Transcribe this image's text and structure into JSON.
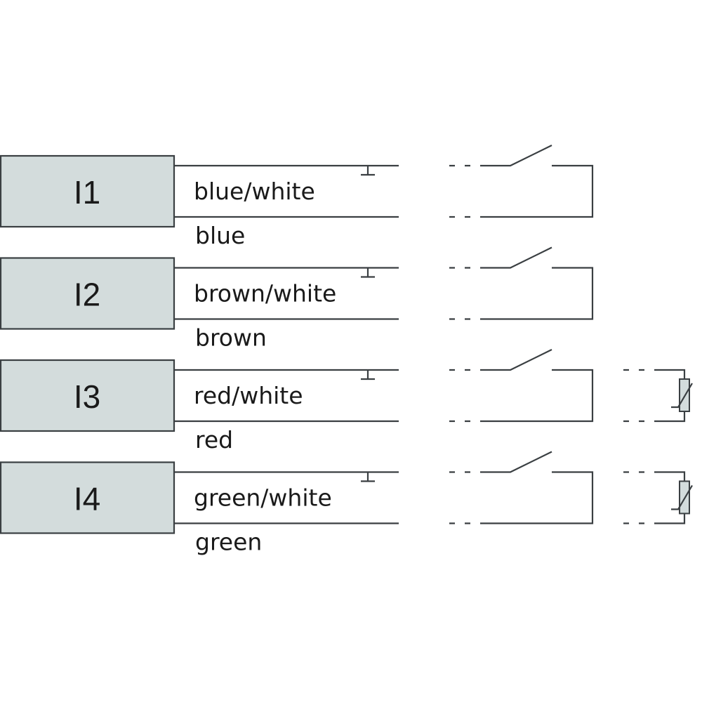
{
  "channels": [
    {
      "id": "I1",
      "wire_top": "blue/white",
      "wire_bottom": "blue",
      "has_pt100": false
    },
    {
      "id": "I2",
      "wire_top": "brown/white",
      "wire_bottom": "brown",
      "has_pt100": false
    },
    {
      "id": "I3",
      "wire_top": "red/white",
      "wire_bottom": "red",
      "has_pt100": true
    },
    {
      "id": "I4",
      "wire_top": "green/white",
      "wire_bottom": "green",
      "has_pt100": true
    }
  ],
  "colors": {
    "box_fill": "#d3dcdc",
    "line": "#3a3f42"
  }
}
